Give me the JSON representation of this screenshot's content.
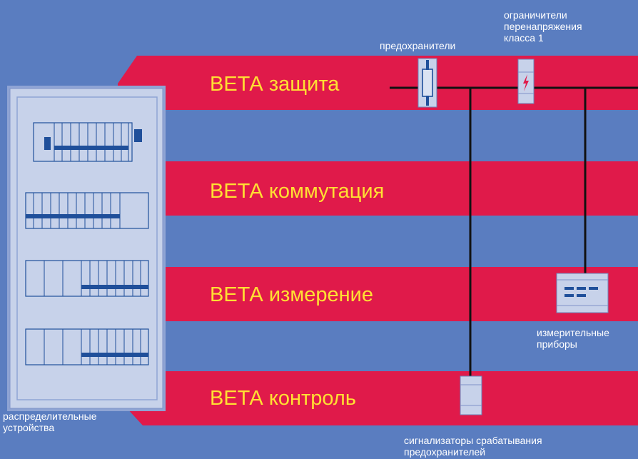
{
  "bands": {
    "protection": "ВЕТА защита",
    "switching": "ВЕТА коммутация",
    "measurement": "ВЕТА измерение",
    "control": "ВЕТА контроль"
  },
  "labels": {
    "fuses": "предохранители",
    "surge_arresters": [
      "ограничители",
      "перенапряжения",
      "класса 1"
    ],
    "meters": [
      "измерительные",
      "приборы"
    ],
    "fuse_indicators": [
      "сигнализаторы срабатывания",
      "предохранителей"
    ],
    "distribution": [
      "распределительные",
      "устройства"
    ]
  },
  "colors": {
    "background": "#5a7dc0",
    "band": "#e01a4a",
    "band_text": "#ffe033",
    "cabinet": "#c7d2ea",
    "device_dark": "#1f4f9a"
  }
}
